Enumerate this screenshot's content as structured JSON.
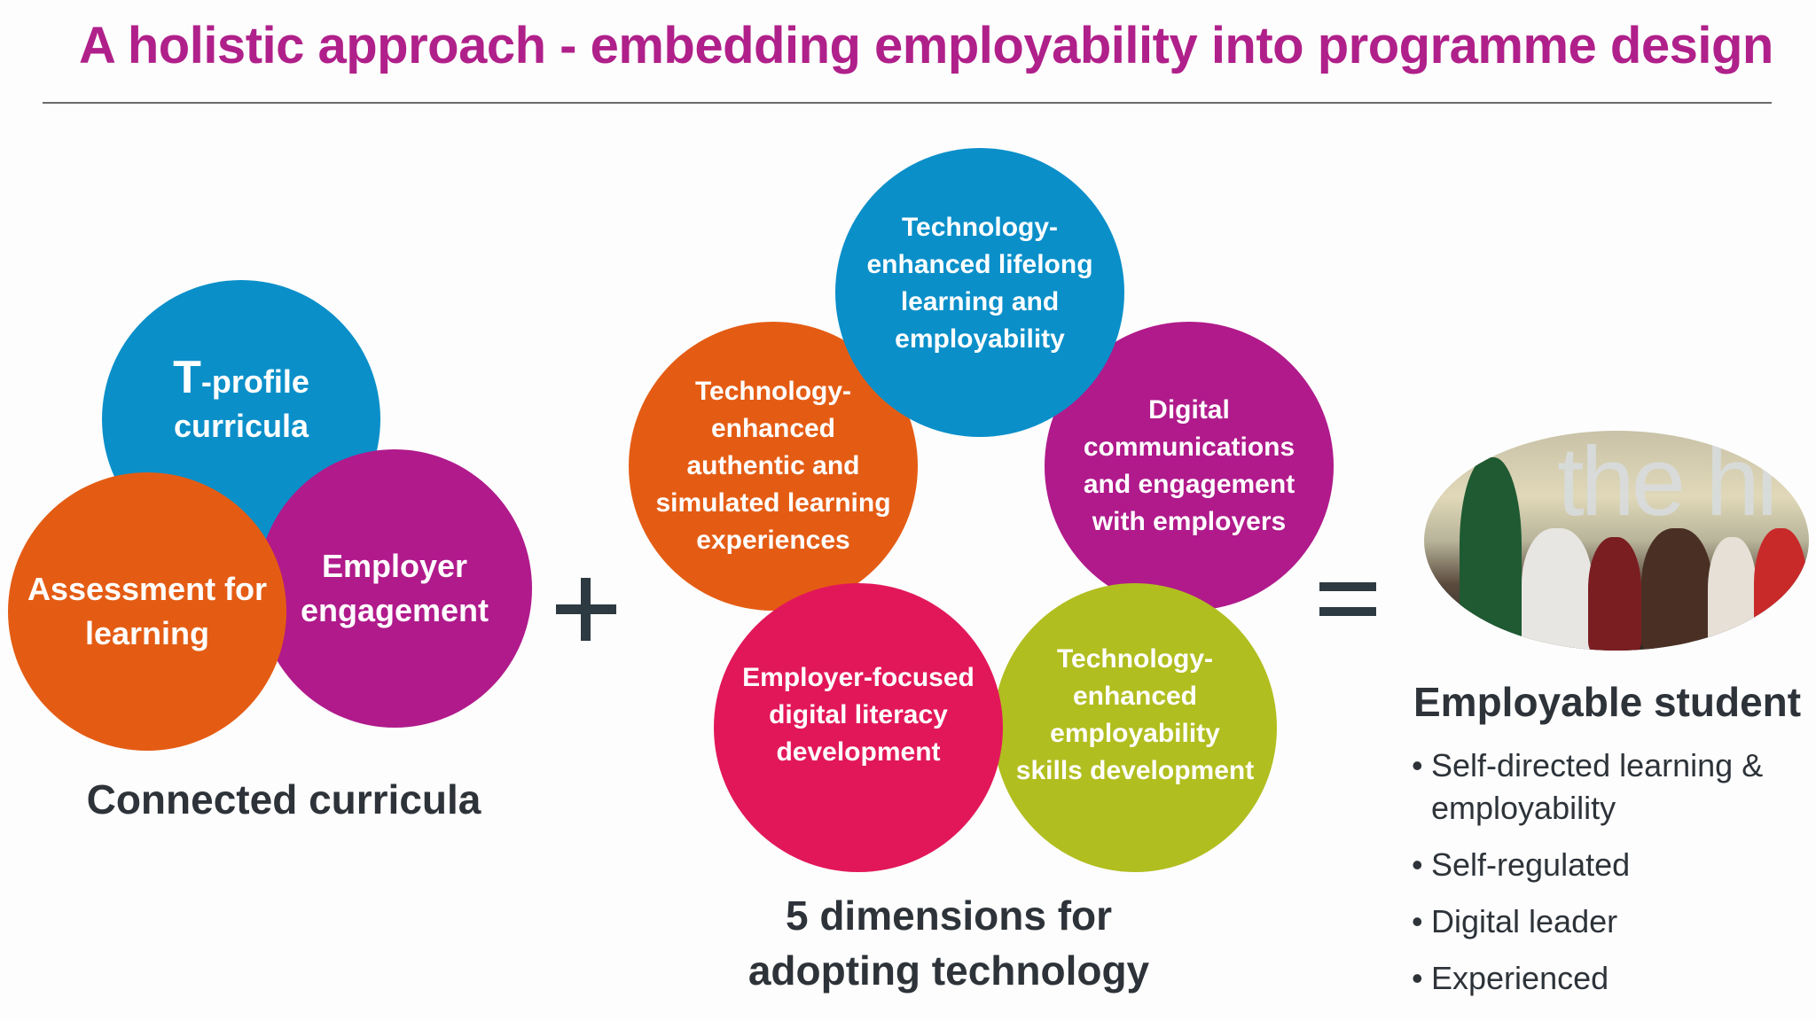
{
  "slide": {
    "title": "A holistic approach  - embedding employability into programme design",
    "colors": {
      "title": "#b0208a",
      "blue": "#0a8fc9",
      "orange": "#e45c14",
      "purple": "#b01a8b",
      "crimson": "#e2175a",
      "lime": "#b1be1f",
      "text_dark": "#2d3339"
    }
  },
  "connected_curricula": {
    "circles": [
      {
        "id": "t-profile",
        "label_prefix": "T",
        "label_rest": "-profile\ncurricula",
        "color": "#0a8fc9"
      },
      {
        "id": "assessment",
        "label": "Assessment for\nlearning",
        "color": "#e45c14"
      },
      {
        "id": "employer-engagement",
        "label": "Employer\nengagement",
        "color": "#b01a8b"
      }
    ],
    "caption": "Connected curricula"
  },
  "operators": {
    "plus": "+",
    "equals": "="
  },
  "dimensions": {
    "circles": [
      {
        "id": "lifelong",
        "label": "Technology-\nenhanced lifelong\nlearning and\nemployability",
        "color": "#0a8fc9"
      },
      {
        "id": "authentic",
        "label": "Technology-\nenhanced\nauthentic and\nsimulated learning\nexperiences",
        "color": "#e45c14"
      },
      {
        "id": "digital-comms",
        "label": "Digital\ncommunications\nand engagement\nwith employers",
        "color": "#b01a8b"
      },
      {
        "id": "digital-literacy",
        "label": "Employer-focused\ndigital literacy\ndevelopment",
        "color": "#e2175a"
      },
      {
        "id": "employability-skills",
        "label": "Technology-\nenhanced\nemployability\nskills development",
        "color": "#b1be1f"
      }
    ],
    "caption": "5 dimensions for\nadopting technology"
  },
  "outcome": {
    "photo_alt": "Group of students seated together",
    "title": "Employable student",
    "bullets": [
      "Self-directed learning & employability",
      "Self-regulated",
      "Digital leader",
      "Experienced"
    ]
  }
}
